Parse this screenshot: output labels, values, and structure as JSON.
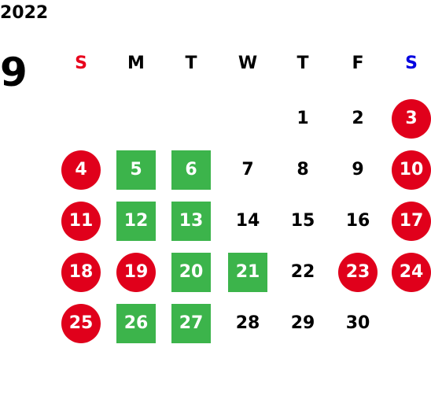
{
  "calendar": {
    "year": "2022",
    "month": "9",
    "weekdays": [
      "S",
      "M",
      "T",
      "W",
      "T",
      "F",
      "S"
    ],
    "colors": {
      "sunday": "#e8001c",
      "saturday": "#0000e0",
      "holiday_circle": "#e0001b",
      "event_square": "#3cb44b",
      "default_text": "#000000"
    },
    "weeks": [
      [
        {
          "day": "",
          "mark": "none"
        },
        {
          "day": "",
          "mark": "none"
        },
        {
          "day": "",
          "mark": "none"
        },
        {
          "day": "",
          "mark": "none"
        },
        {
          "day": "1",
          "mark": "none"
        },
        {
          "day": "2",
          "mark": "none"
        },
        {
          "day": "3",
          "mark": "circle"
        }
      ],
      [
        {
          "day": "4",
          "mark": "circle"
        },
        {
          "day": "5",
          "mark": "square"
        },
        {
          "day": "6",
          "mark": "square"
        },
        {
          "day": "7",
          "mark": "none"
        },
        {
          "day": "8",
          "mark": "none"
        },
        {
          "day": "9",
          "mark": "none"
        },
        {
          "day": "10",
          "mark": "circle"
        }
      ],
      [
        {
          "day": "11",
          "mark": "circle"
        },
        {
          "day": "12",
          "mark": "square"
        },
        {
          "day": "13",
          "mark": "square"
        },
        {
          "day": "14",
          "mark": "none"
        },
        {
          "day": "15",
          "mark": "none"
        },
        {
          "day": "16",
          "mark": "none"
        },
        {
          "day": "17",
          "mark": "circle"
        }
      ],
      [
        {
          "day": "18",
          "mark": "circle"
        },
        {
          "day": "19",
          "mark": "circle"
        },
        {
          "day": "20",
          "mark": "square"
        },
        {
          "day": "21",
          "mark": "square"
        },
        {
          "day": "22",
          "mark": "none"
        },
        {
          "day": "23",
          "mark": "circle"
        },
        {
          "day": "24",
          "mark": "circle"
        }
      ],
      [
        {
          "day": "25",
          "mark": "circle"
        },
        {
          "day": "26",
          "mark": "square"
        },
        {
          "day": "27",
          "mark": "square"
        },
        {
          "day": "28",
          "mark": "none"
        },
        {
          "day": "29",
          "mark": "none"
        },
        {
          "day": "30",
          "mark": "none"
        },
        {
          "day": "",
          "mark": "none"
        }
      ]
    ]
  }
}
